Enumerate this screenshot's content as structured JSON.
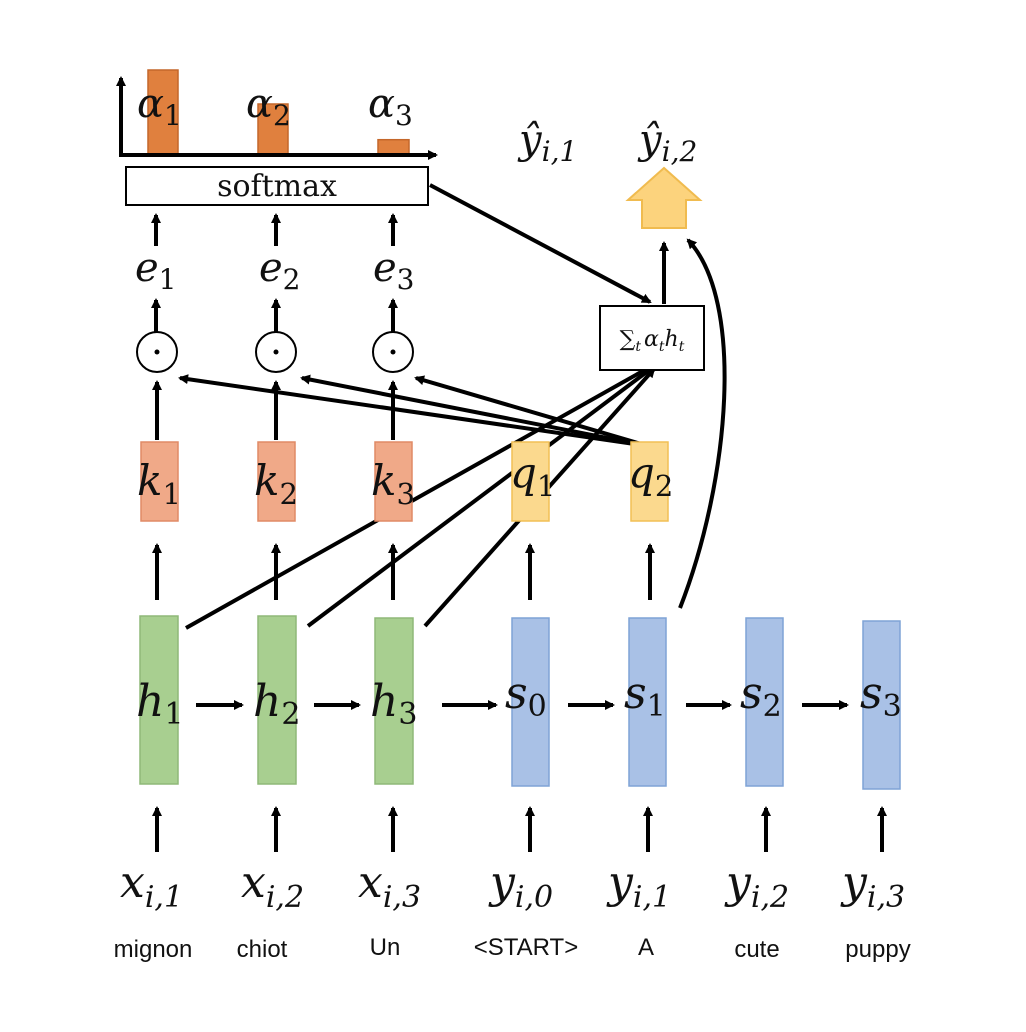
{
  "colors": {
    "encoder_fill": "#a8cf90",
    "encoder_stroke": "#8fb878",
    "decoder_fill": "#a9c1e6",
    "decoder_stroke": "#7fa3d6",
    "key_fill": "#f0a988",
    "key_stroke": "#e08a66",
    "query_fill": "#fbd98e",
    "query_stroke": "#f2bf55",
    "attention_bar_fill": "#e0803e",
    "attention_bar_stroke": "#c4672a",
    "output_arrow_fill": "#fcd37d",
    "output_arrow_stroke": "#f0bb4f"
  },
  "attention": {
    "weights": [
      {
        "var": "α",
        "sub": "1",
        "value": 1.0
      },
      {
        "var": "α",
        "sub": "2",
        "value": 0.6
      },
      {
        "var": "α",
        "sub": "3",
        "value": 0.18
      }
    ],
    "softmax_label": "softmax"
  },
  "scores": [
    {
      "var": "e",
      "sub": "1"
    },
    {
      "var": "e",
      "sub": "2"
    },
    {
      "var": "e",
      "sub": "3"
    }
  ],
  "weighted_sum": {
    "sum_symbol": "∑",
    "sum_sub": "t",
    "term1": "α",
    "term1_sub": "t",
    "term2": "h",
    "term2_sub": "t"
  },
  "outputs": [
    {
      "var": "ŷ",
      "sub": "i,1"
    },
    {
      "var": "ŷ",
      "sub": "i,2"
    }
  ],
  "keys": [
    {
      "var": "k",
      "sub": "1"
    },
    {
      "var": "k",
      "sub": "2"
    },
    {
      "var": "k",
      "sub": "3"
    }
  ],
  "queries": [
    {
      "var": "q",
      "sub": "1"
    },
    {
      "var": "q",
      "sub": "2"
    }
  ],
  "encoder_states": [
    {
      "var": "h",
      "sub": "1"
    },
    {
      "var": "h",
      "sub": "2"
    },
    {
      "var": "h",
      "sub": "3"
    }
  ],
  "decoder_states": [
    {
      "var": "s",
      "sub": "0"
    },
    {
      "var": "s",
      "sub": "1"
    },
    {
      "var": "s",
      "sub": "2"
    },
    {
      "var": "s",
      "sub": "3"
    }
  ],
  "inputs": [
    {
      "var": "x",
      "sub": "i,1",
      "word": "mignon"
    },
    {
      "var": "x",
      "sub": "i,2",
      "word": "chiot"
    },
    {
      "var": "x",
      "sub": "i,3",
      "word": "Un"
    },
    {
      "var": "y",
      "sub": "i,0",
      "word": "<START>"
    },
    {
      "var": "y",
      "sub": "i,1",
      "word": "A"
    },
    {
      "var": "y",
      "sub": "i,2",
      "word": "cute"
    },
    {
      "var": "y",
      "sub": "i,3",
      "word": "puppy"
    }
  ]
}
